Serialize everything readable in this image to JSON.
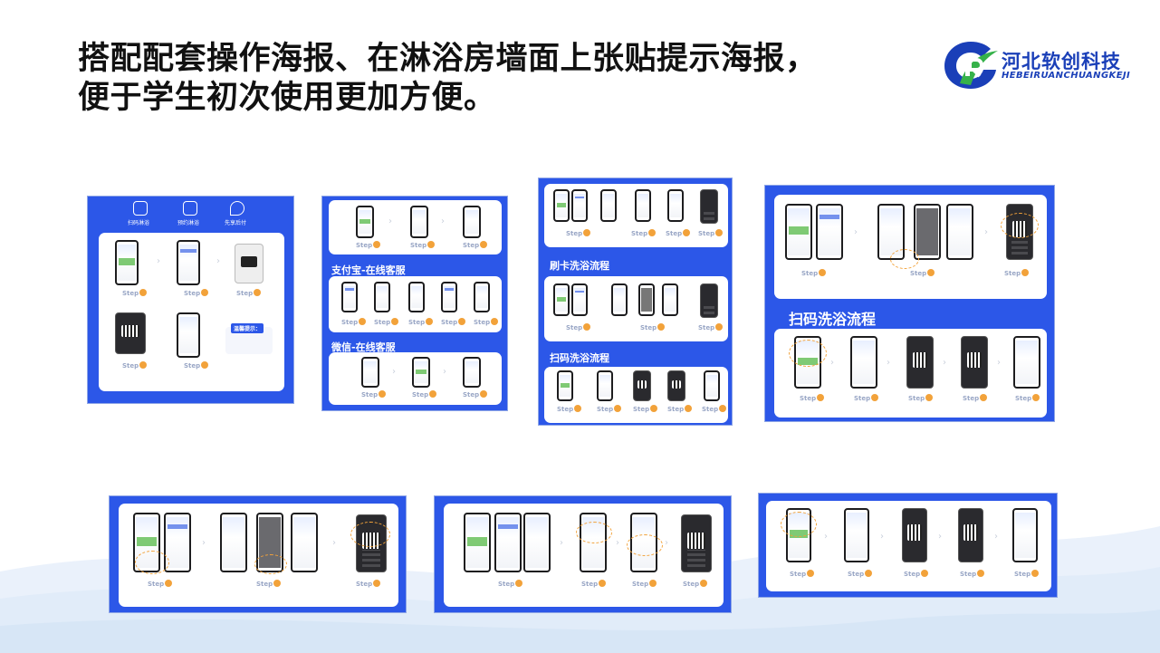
{
  "title_lines": [
    "搭配配套操作海报、在淋浴房墙面上张贴提示海报，",
    "便于学生初次使用更加方便。"
  ],
  "logo": {
    "cn": "河北软创科技",
    "en": "HEBEIRUANCHUANGKEJI"
  },
  "posters": {
    "p1": {
      "icons": [
        "扫码淋浴",
        "预约淋浴",
        "先享后付"
      ],
      "tip_title": "温馨提示："
    },
    "p2": {
      "sections": [
        "支付宝-在线客服",
        "微信-在线客服"
      ]
    },
    "p3": {
      "sections": [
        "刷卡洗浴流程",
        "扫码洗浴流程"
      ]
    },
    "p4": {
      "section": "扫码洗浴流程"
    }
  },
  "step_word": "Step",
  "accent": "#2c57e8",
  "highlight": "#f2a23a"
}
